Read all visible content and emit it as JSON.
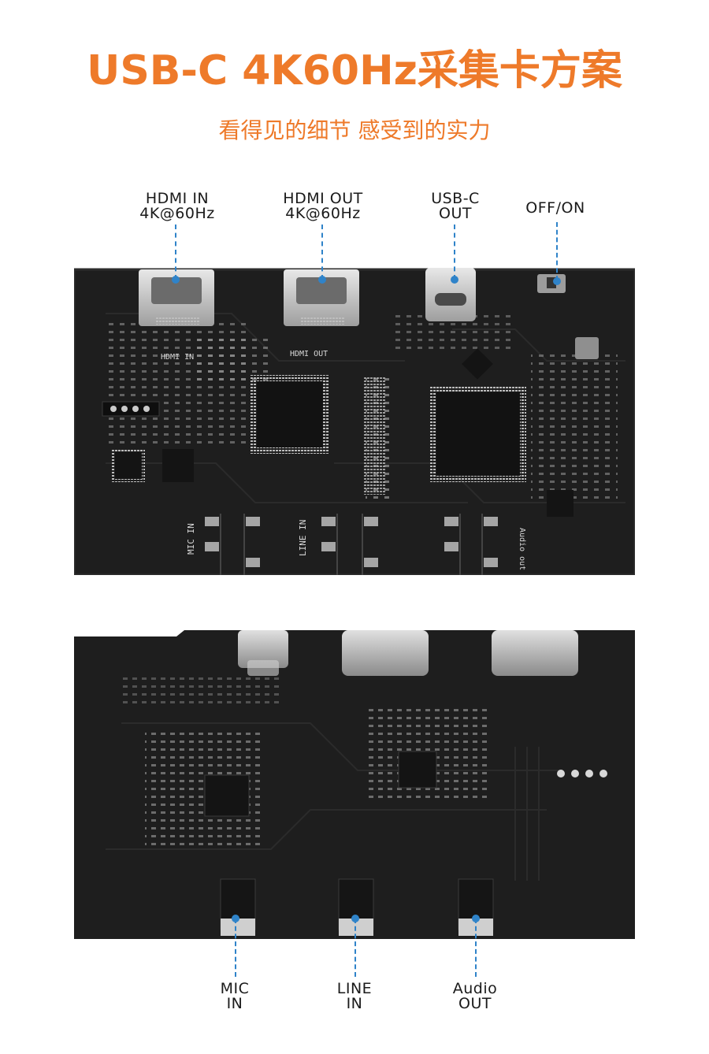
{
  "header": {
    "title": "USB-C 4K60Hz采集卡方案",
    "subtitle": "看得见的细节 感受到的实力"
  },
  "colors": {
    "accent": "#ee7a2a",
    "callout": "#2f83c9",
    "pcb": "#1f1f1f"
  },
  "top_board": {
    "callouts": [
      {
        "line1": "HDMI IN",
        "line2": "4K@60Hz"
      },
      {
        "line1": "HDMI OUT",
        "line2": "4K@60Hz"
      },
      {
        "line1": "USB-C",
        "line2": "OUT"
      },
      {
        "line1": "OFF/ON",
        "line2": ""
      }
    ],
    "silkscreen": {
      "hdmi_in": "HDMI IN",
      "hdmi_out": "HDMI OUT",
      "mic_in": "MIC IN",
      "line_in": "LINE IN",
      "audio_out": "Audio out"
    }
  },
  "bottom_board": {
    "callouts": [
      {
        "line1": "MIC",
        "line2": "IN"
      },
      {
        "line1": "LINE",
        "line2": "IN"
      },
      {
        "line1": "Audio",
        "line2": "OUT"
      }
    ]
  }
}
